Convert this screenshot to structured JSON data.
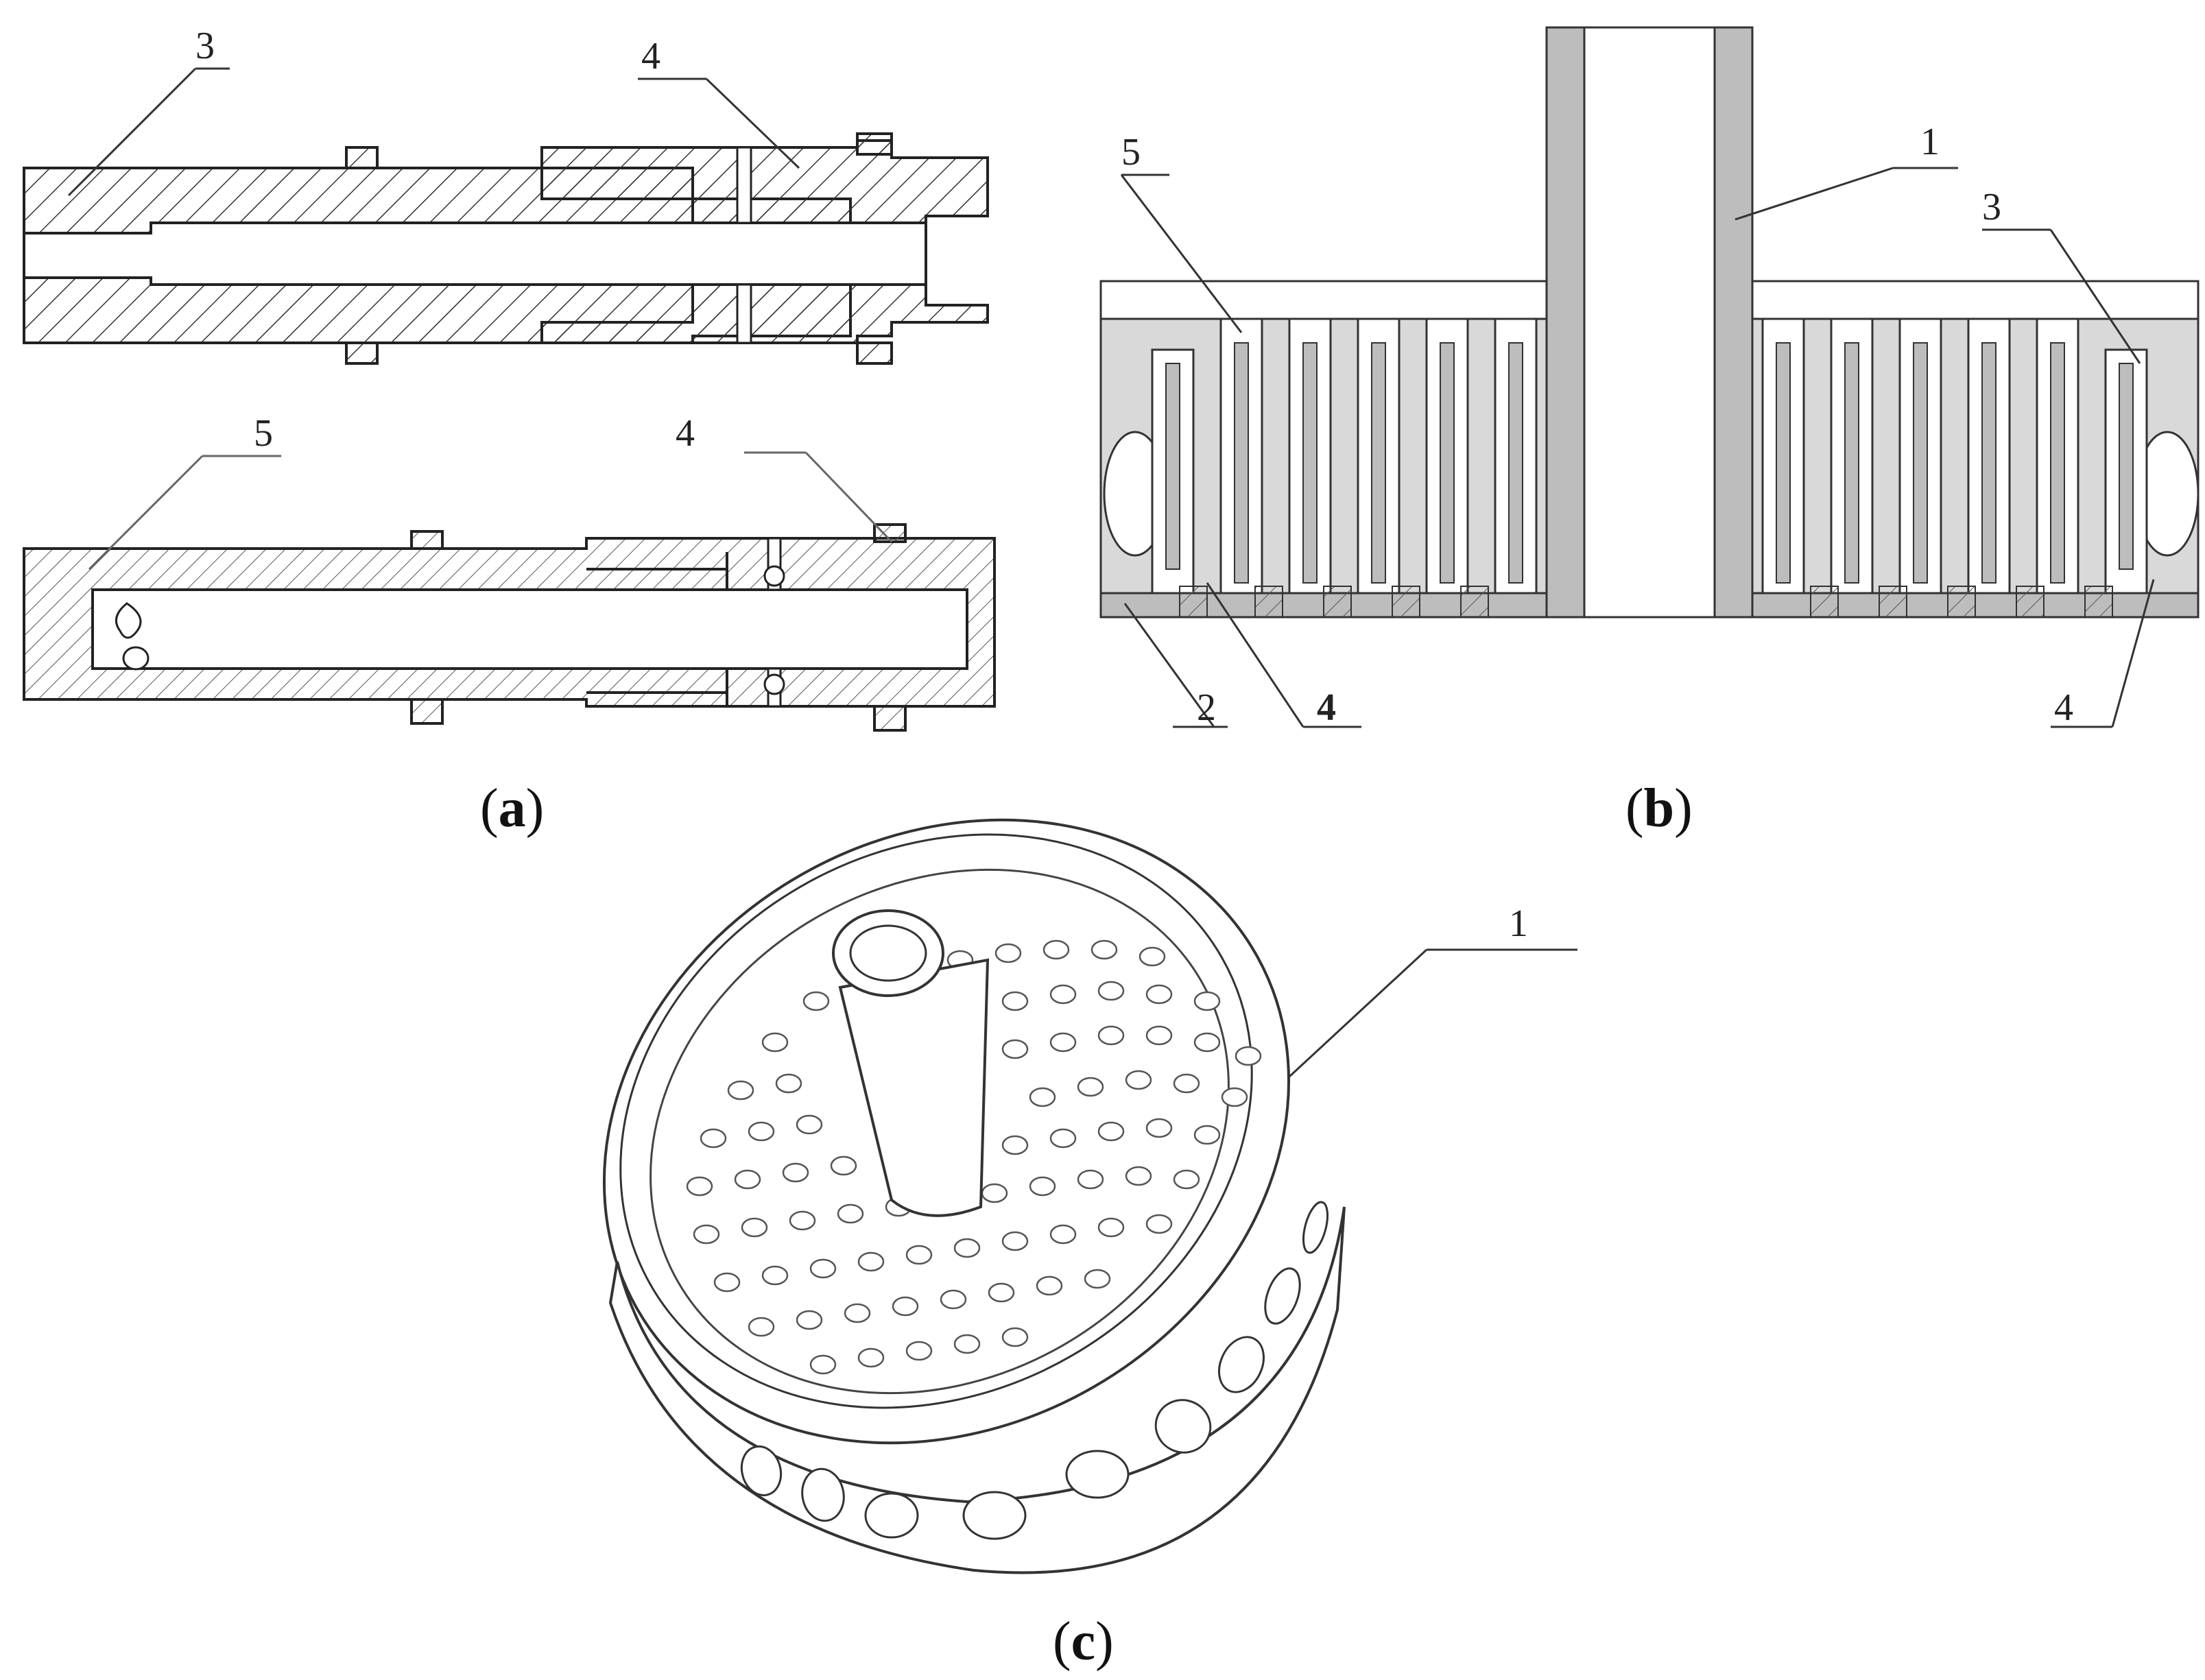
{
  "figure": {
    "panel_a": {
      "caption_open": "(",
      "caption_letter": "a",
      "caption_close": ")",
      "labels": [
        "3",
        "4",
        "5",
        "4"
      ]
    },
    "panel_b": {
      "caption_open": "(",
      "caption_letter": "b",
      "caption_close": ")",
      "labels": [
        "1",
        "5",
        "3",
        "2",
        "4",
        "4"
      ]
    },
    "panel_c": {
      "caption_open": "(",
      "caption_letter": "c",
      "caption_close": ")",
      "labels": [
        "1"
      ]
    }
  },
  "colors": {
    "line": "#333333",
    "fill_gray": "#bdbdbd",
    "light_gray": "#d9d9d9",
    "background": "#ffffff"
  }
}
